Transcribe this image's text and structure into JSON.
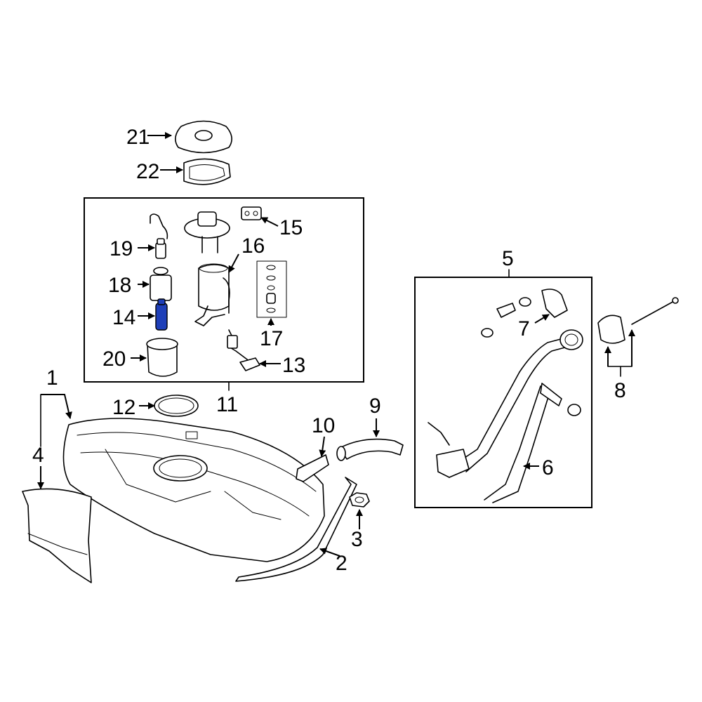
{
  "callouts": {
    "c1": "1",
    "c2": "2",
    "c3": "3",
    "c4": "4",
    "c5": "5",
    "c6": "6",
    "c7": "7",
    "c8": "8",
    "c9": "9",
    "c10": "10",
    "c11": "11",
    "c12": "12",
    "c13": "13",
    "c14": "14",
    "c15": "15",
    "c16": "16",
    "c17": "17",
    "c18": "18",
    "c19": "19",
    "c20": "20",
    "c21": "21",
    "c22": "22"
  },
  "colors": {
    "highlight": "#1e3fb8",
    "line": "#000000"
  },
  "highlighted_part": "14"
}
